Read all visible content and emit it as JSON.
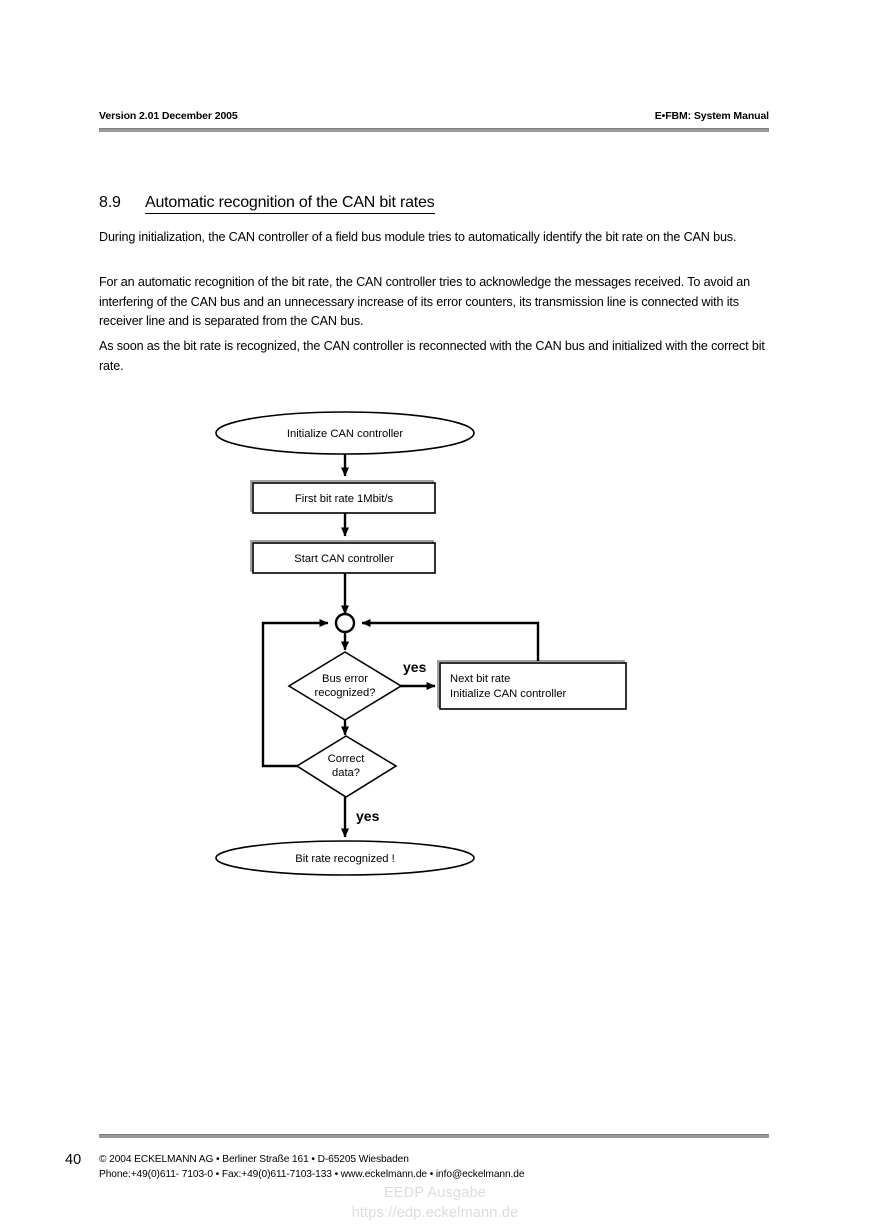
{
  "header": {
    "left": "Version 2.01   December 2005",
    "right": "E•FBM: System Manual"
  },
  "section": {
    "number": "8.9",
    "title": "Automatic recognition of the CAN bit rates"
  },
  "paragraphs": {
    "p1": "During initialization, the CAN controller of a field bus module tries to automatically identify the bit rate on the CAN bus.",
    "p2": "For an automatic recognition of the bit rate, the CAN controller tries to acknowledge the messages received. To avoid an interfering of the CAN bus and an unnecessary increase of its error counters, its transmission line is connected with its receiver line and is separated from the CAN bus.",
    "p3": "As soon as the bit rate is recognized, the CAN controller is reconnected with the CAN bus and initialized with the correct bit rate."
  },
  "flowchart": {
    "start_label": "Initialize CAN controller",
    "process1_label": "First bit rate 1Mbit/s",
    "process2_label": "Start CAN controller",
    "decision1_line1": "Bus error",
    "decision1_line2": "recognized?",
    "decision2_line1": "Correct",
    "decision2_line2": "data?",
    "process3_line1": "Next bit rate",
    "process3_line2": "Initialize CAN controller",
    "end_label": "Bit rate recognized !",
    "branch1_label": "yes",
    "branch2_label": "yes",
    "stroke_color": "#000000",
    "shadow_color": "#8c8c8c"
  },
  "footer": {
    "page_number": "40",
    "line1": "©  2004 ECKELMANN AG • Berliner Straße 161 • D-65205 Wiesbaden",
    "line2": "Phone:+49(0)611- 7103-0 • Fax:+49(0)611-7103-133 • www.eckelmann.de • info@eckelmann.de"
  },
  "watermark": {
    "line1": "EEDP Ausgabe",
    "line2": "https://edp.eckelmann.de"
  }
}
